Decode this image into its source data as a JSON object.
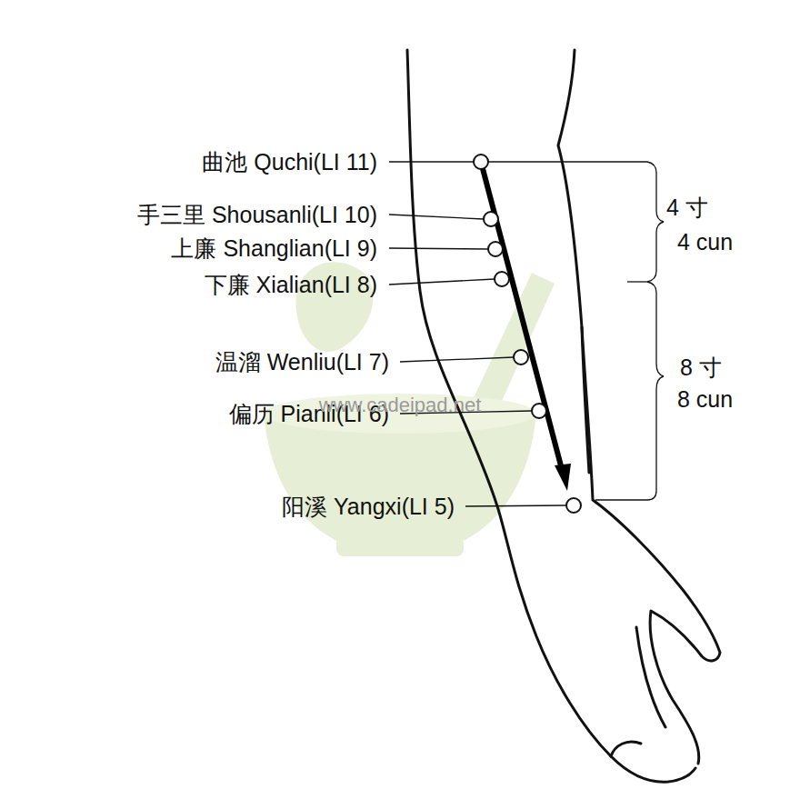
{
  "diagram": {
    "labels": [
      "曲池 Quchi(LI 11)",
      "手三里 Shousanli(LI 10)",
      "上廉 Shanglian(LI 9)",
      "下廉 Xialian(LI 8)",
      "温溜 Wenliu(LI 7)",
      "偏历 Pianli(LI 6)",
      "阳溪 Yangxi(LI 5)",
      "4 寸",
      "4 cun",
      "8 寸",
      "8 cun",
      "www.cadeipad.net"
    ]
  }
}
